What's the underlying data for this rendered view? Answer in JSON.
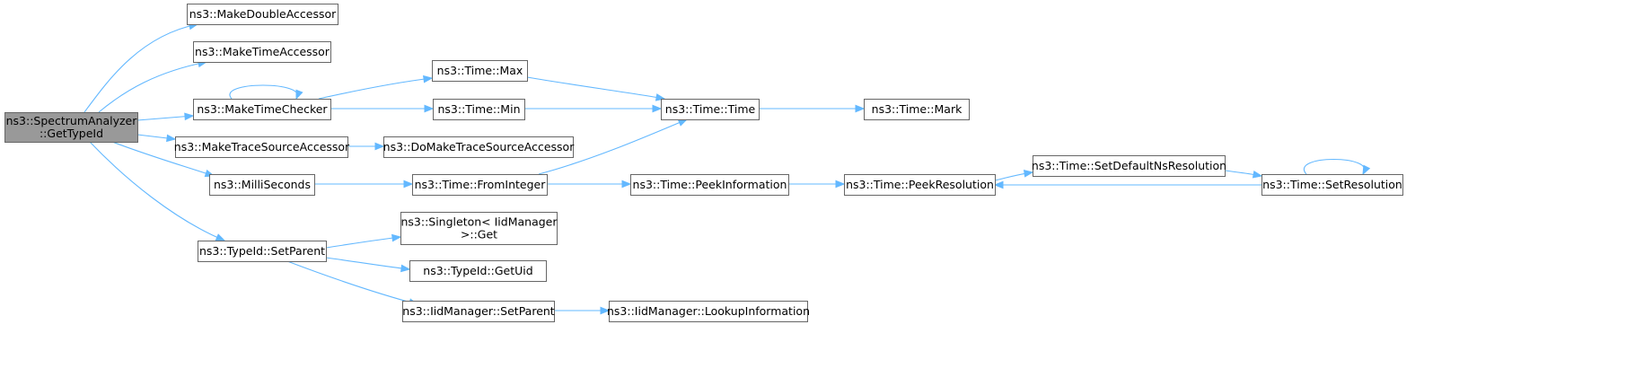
{
  "diagram": {
    "type": "call-graph",
    "colors": {
      "edge": "#63b8ff",
      "node_border": "#666666",
      "node_fill": "#ffffff",
      "root_fill": "#999999"
    },
    "nodes": [
      {
        "id": "root",
        "lines": [
          "ns3::SpectrumAnalyzer",
          "::GetTypeId"
        ],
        "root": true
      },
      {
        "id": "mkdouble",
        "lines": [
          "ns3::MakeDoubleAccessor"
        ]
      },
      {
        "id": "mktimeacc",
        "lines": [
          "ns3::MakeTimeAccessor"
        ]
      },
      {
        "id": "mktimechk",
        "lines": [
          "ns3::MakeTimeChecker"
        ]
      },
      {
        "id": "mktrace",
        "lines": [
          "ns3::MakeTraceSourceAccessor"
        ]
      },
      {
        "id": "domktrace",
        "lines": [
          "ns3::DoMakeTraceSourceAccessor"
        ]
      },
      {
        "id": "millis",
        "lines": [
          "ns3::MilliSeconds"
        ]
      },
      {
        "id": "setparent",
        "lines": [
          "ns3::TypeId::SetParent"
        ]
      },
      {
        "id": "tmax",
        "lines": [
          "ns3::Time::Max"
        ]
      },
      {
        "id": "tmin",
        "lines": [
          "ns3::Time::Min"
        ]
      },
      {
        "id": "ttime",
        "lines": [
          "ns3::Time::Time"
        ]
      },
      {
        "id": "tmark",
        "lines": [
          "ns3::Time::Mark"
        ]
      },
      {
        "id": "fromint",
        "lines": [
          "ns3::Time::FromInteger"
        ]
      },
      {
        "id": "peekinfo",
        "lines": [
          "ns3::Time::PeekInformation"
        ]
      },
      {
        "id": "peekres",
        "lines": [
          "ns3::Time::PeekResolution"
        ]
      },
      {
        "id": "setdefres",
        "lines": [
          "ns3::Time::SetDefaultNsResolution"
        ]
      },
      {
        "id": "setres",
        "lines": [
          "ns3::Time::SetResolution"
        ]
      },
      {
        "id": "singleton",
        "lines": [
          "ns3::Singleton< IidManager",
          ">::Get"
        ]
      },
      {
        "id": "getuid",
        "lines": [
          "ns3::TypeId::GetUid"
        ]
      },
      {
        "id": "iidsetparent",
        "lines": [
          "ns3::IidManager::SetParent"
        ]
      },
      {
        "id": "lookup",
        "lines": [
          "ns3::IidManager::LookupInformation"
        ]
      }
    ],
    "edges": [
      {
        "from": "root",
        "to": "mkdouble"
      },
      {
        "from": "root",
        "to": "mktimeacc"
      },
      {
        "from": "root",
        "to": "mktimechk"
      },
      {
        "from": "root",
        "to": "mktrace"
      },
      {
        "from": "root",
        "to": "millis"
      },
      {
        "from": "root",
        "to": "setparent"
      },
      {
        "from": "mktimechk",
        "to": "mktimechk"
      },
      {
        "from": "mktimechk",
        "to": "tmax"
      },
      {
        "from": "mktimechk",
        "to": "tmin"
      },
      {
        "from": "tmax",
        "to": "ttime"
      },
      {
        "from": "tmin",
        "to": "ttime"
      },
      {
        "from": "ttime",
        "to": "tmark"
      },
      {
        "from": "mktrace",
        "to": "domktrace"
      },
      {
        "from": "millis",
        "to": "fromint"
      },
      {
        "from": "fromint",
        "to": "ttime"
      },
      {
        "from": "fromint",
        "to": "peekinfo"
      },
      {
        "from": "peekinfo",
        "to": "peekres"
      },
      {
        "from": "peekres",
        "to": "setdefres"
      },
      {
        "from": "setdefres",
        "to": "setres"
      },
      {
        "from": "setres",
        "to": "peekres"
      },
      {
        "from": "setres",
        "to": "setres"
      },
      {
        "from": "setparent",
        "to": "singleton"
      },
      {
        "from": "setparent",
        "to": "getuid"
      },
      {
        "from": "setparent",
        "to": "iidsetparent"
      },
      {
        "from": "iidsetparent",
        "to": "lookup"
      }
    ]
  }
}
